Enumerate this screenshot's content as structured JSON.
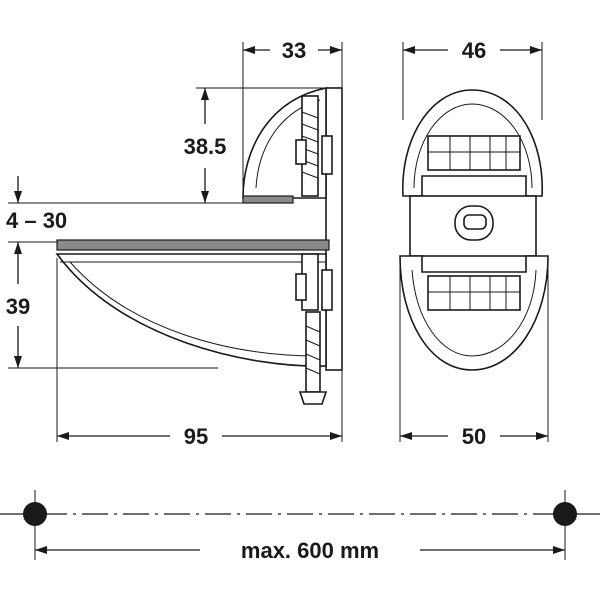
{
  "dimensions": {
    "side_depth": "33",
    "front_width_top": "46",
    "height_upper": "38.5",
    "shelf_thickness": "4 – 30",
    "height_lower": "39",
    "length": "95",
    "front_width_bottom": "50",
    "max_spacing": "max. 600 mm"
  }
}
